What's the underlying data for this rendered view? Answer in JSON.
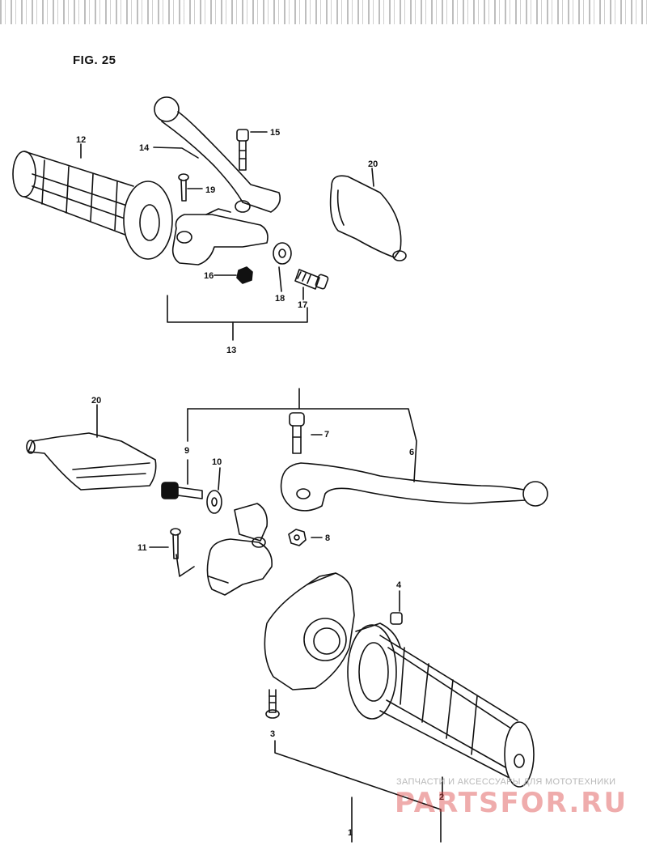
{
  "figure": {
    "title": "FIG. 25"
  },
  "callouts": [
    "1",
    "2",
    "3",
    "4",
    "6",
    "7",
    "8",
    "9",
    "10",
    "11",
    "12",
    "13",
    "14",
    "15",
    "16",
    "17",
    "18",
    "19",
    "20",
    "20"
  ],
  "watermark": {
    "caption": "ЗАПЧАСТИ И АКСЕССУАРЫ ДЛЯ МОТОТЕХНИКИ",
    "brand": "PARTSFOR.RU"
  }
}
